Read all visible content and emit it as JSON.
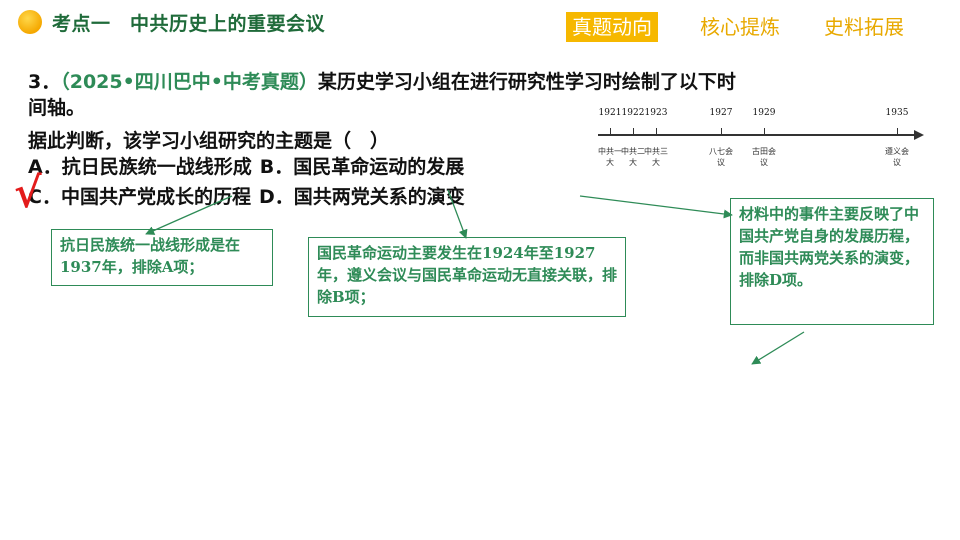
{
  "header": {
    "title": "考点一　中共历史上的重要会议",
    "tabs": [
      {
        "label": "真题动向",
        "active": true
      },
      {
        "label": "核心提炼",
        "active": false
      },
      {
        "label": "史料拓展",
        "active": false
      }
    ]
  },
  "question": {
    "number": "3．",
    "source": "（2025•四川巴中•中考真题）",
    "stem_part1": "某历史学习小组在进行研究性学习时绘制了以下时",
    "stem_part2": "间轴。",
    "prompt": "据此判断，该学习小组研究的主题是（　）",
    "options": [
      {
        "label": "A．抗日民族统一战线形成"
      },
      {
        "label": "B．国民革命运动的发展"
      },
      {
        "label": "C．中国共产党成长的历程"
      },
      {
        "label": "D．国共两党关系的演变"
      }
    ],
    "check_mark": "√"
  },
  "timeline": {
    "events": [
      {
        "year": "1921",
        "label": "中共一大"
      },
      {
        "year": "1922",
        "label": "中共二大"
      },
      {
        "year": "1923",
        "label": "中共三大"
      },
      {
        "year": "1927",
        "label": "八七会议"
      },
      {
        "year": "1929",
        "label": "古田会议"
      },
      {
        "year": "1935",
        "label": "遵义会议"
      }
    ]
  },
  "notes": {
    "a": "抗日民族统一战线形成是在1937年，排除A项；",
    "b": "国民革命运动主要发生在1924年至1927年，遵义会议与国民革命运动无直接关联，排除B项；",
    "d": "材料中的事件主要反映了中国共产党自身的发展历程，而非国共两党关系的演变，排除D项。"
  },
  "colors": {
    "accent_green": "#2e8b57",
    "tab_yellow": "#f6b800",
    "check_red": "#e31b1b"
  }
}
